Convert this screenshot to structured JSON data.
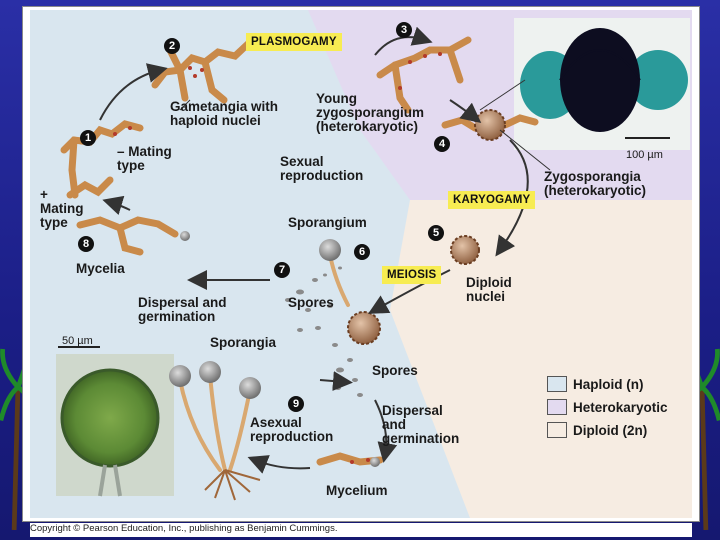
{
  "steps": {
    "s1": "1",
    "s2": "2",
    "s3": "3",
    "s4": "4",
    "s5": "5",
    "s6": "6",
    "s7": "7",
    "s8": "8",
    "s9": "9"
  },
  "tags": {
    "plasmogamy": "PLASMOGAMY",
    "karyogamy": "KARYOGAMY",
    "meiosis": "MEIOSIS"
  },
  "labels": {
    "gametangia": "Gametangia with\nhaploid nuclei",
    "young_zygo": "Young\nzygosporangium\n(heterokaryotic)",
    "minus_mating": "– Mating\ntype",
    "plus_mating": "+\nMating\ntype",
    "sexual": "Sexual\nreproduction",
    "sporangium_top": "Sporangium",
    "mycelia": "Mycelia",
    "zygosporangia": "Zygosporangia\n(heterokaryotic)",
    "scale_100": "100 µm",
    "diploid_nuclei": "Diploid\nnuclei",
    "dispersal_top": "Dispersal and\ngermination",
    "spores_top": "Spores",
    "scale_50": "50 µm",
    "sporangia": "Sporangia",
    "spores_bottom": "Spores",
    "asexual": "Asexual\nreproduction",
    "dispersal_bottom": "Dispersal\nand\ngermination",
    "mycelium": "Mycelium"
  },
  "legend": [
    {
      "label": "Haploid (n)",
      "color": "#d9e6ef"
    },
    {
      "label": "Heterokaryotic",
      "color": "#e3daf0"
    },
    {
      "label": "Diploid (2n)",
      "color": "#f6ece2"
    }
  ],
  "copyright": "Copyright © Pearson Education, Inc., publishing as Benjamin Cummings."
}
